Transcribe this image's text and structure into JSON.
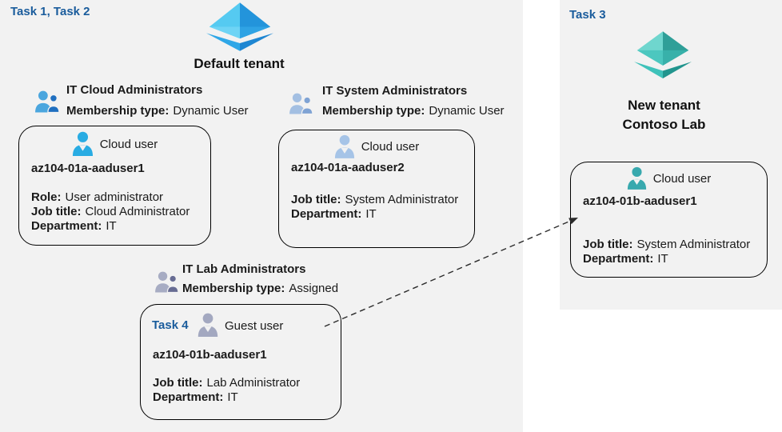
{
  "colors": {
    "panel_bg": "#F2F2F2",
    "task_label_blue": "#1A5C9C",
    "text": "#1A1A1A",
    "card_border": "#000000",
    "arrow": "#2B2B2B",
    "aad_blue_left": "#55CAF1",
    "aad_blue_right": "#2394DB",
    "aad_blue_front_left": "#6ED4F5",
    "aad_blue_front_right": "#2FA3E4",
    "aad_blue_rim_left": "#2FA7E7",
    "aad_blue_rim_right": "#1E86D2",
    "aad_teal_left": "#6FD6CE",
    "aad_teal_right": "#2F9F98",
    "aad_teal_front_left": "#4CC7BF",
    "aad_teal_front_right": "#38B1AA",
    "aad_teal_rim_left": "#3FC2BA",
    "aad_teal_rim_right": "#22958E",
    "user_cyan": "#29ACE3",
    "user_steel": "#A6C4E7",
    "user_guest": "#A3A8C0",
    "user_teal": "#38A9AE",
    "group1_big": "#4BA6DE",
    "group1_small": "#1F6FC0",
    "group2_big": "#A3BFE2",
    "group2_small": "#7FA3D4",
    "group3_big": "#A7ACC3",
    "group3_small": "#676C93"
  },
  "icons": {
    "tenant": "azure-ad-diamond-icon",
    "group": "two-people-icon",
    "cloud_user": "person-icon",
    "guest_user": "person-icon",
    "arrow": "dashed-arrow"
  },
  "left_panel": {
    "task_label": "Task 1, Task 2",
    "tenant_title": "Default tenant",
    "groups": [
      {
        "name": "IT Cloud Administrators",
        "membership_label": "Membership type:",
        "membership_value": "Dynamic User"
      },
      {
        "name": "IT System Administrators",
        "membership_label": "Membership type:",
        "membership_value": "Dynamic User"
      },
      {
        "name": "IT Lab Administrators",
        "membership_label": "Membership type:",
        "membership_value": "Assigned"
      }
    ],
    "cards": [
      {
        "user_type": "Cloud user",
        "username": "az104-01a-aaduser1",
        "fields": [
          {
            "label": "Role:",
            "value": "User administrator"
          },
          {
            "label": "Job title:",
            "value": "Cloud Administrator"
          },
          {
            "label": "Department:",
            "value": "IT"
          }
        ]
      },
      {
        "user_type": "Cloud user",
        "username": "az104-01a-aaduser2",
        "fields": [
          {
            "label": "Job title:",
            "value": "System Administrator"
          },
          {
            "label": "Department:",
            "value": "IT"
          }
        ]
      },
      {
        "task_label": "Task 4",
        "user_type": "Guest user",
        "username": "az104-01b-aaduser1",
        "fields": [
          {
            "label": "Job title:",
            "value": "Lab Administrator"
          },
          {
            "label": "Department:",
            "value": "IT"
          }
        ]
      }
    ]
  },
  "right_panel": {
    "task_label": "Task 3",
    "tenant_title_line1": "New tenant",
    "tenant_title_line2": "Contoso Lab",
    "card": {
      "user_type": "Cloud user",
      "username": "az104-01b-aaduser1",
      "fields": [
        {
          "label": "Job title:",
          "value": "System Administrator"
        },
        {
          "label": "Department:",
          "value": "IT"
        }
      ]
    }
  }
}
